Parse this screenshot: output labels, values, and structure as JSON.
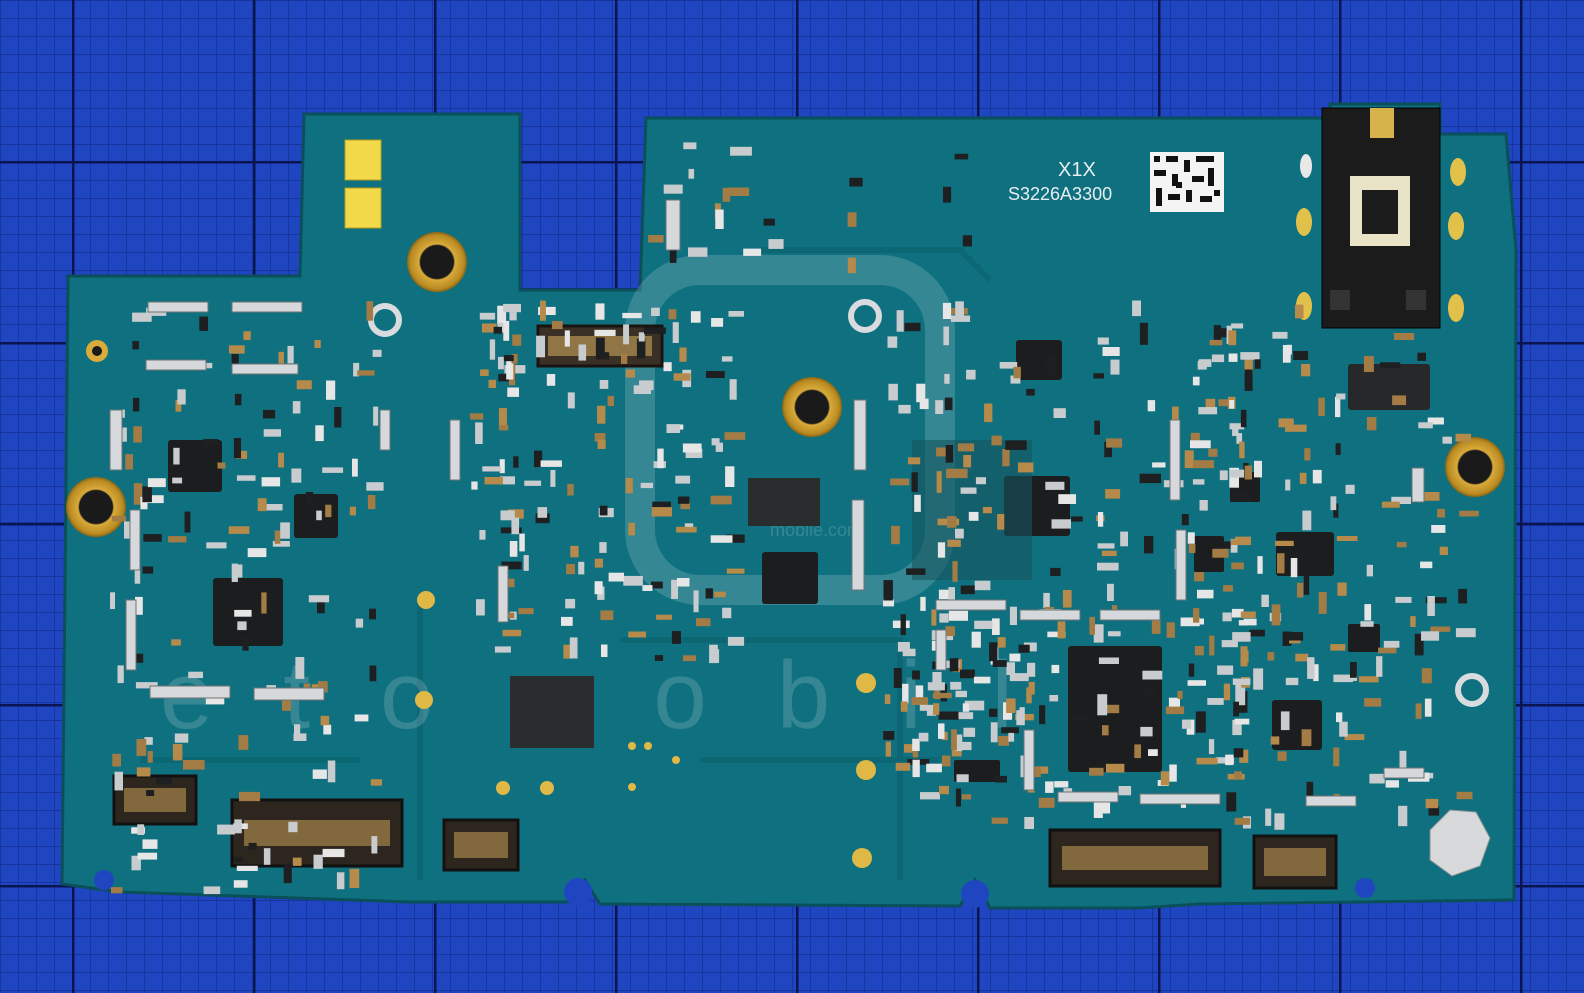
{
  "board": {
    "marking_top": "X1X",
    "marking_code": "S3226A3300"
  },
  "watermark": {
    "text": "etomobile",
    "small_text": "mobile.com"
  },
  "colors": {
    "mat_background": "#1c3fb6",
    "mat_grid": "#0b1a5a",
    "pcb": "#0e6e7e",
    "pcb_dark": "#0a5a68",
    "gold": "#d4a63a",
    "chip": "#1a1c1e",
    "silver": "#c8ccd0",
    "connector": "#3a3026"
  }
}
